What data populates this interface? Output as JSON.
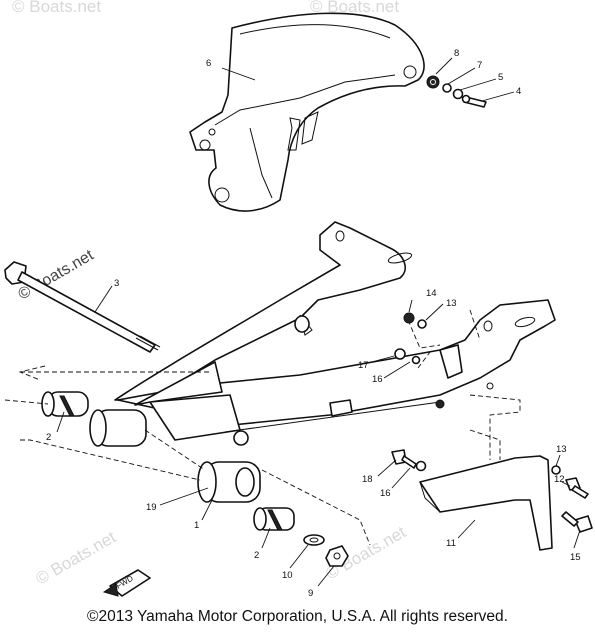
{
  "diagram": {
    "callouts": [
      "1",
      "2",
      "2",
      "3",
      "4",
      "5",
      "6",
      "7",
      "8",
      "9",
      "10",
      "11",
      "13",
      "13",
      "14",
      "15",
      "16",
      "16",
      "17",
      "18",
      "19"
    ],
    "watermark": "© Boats.net",
    "copyright": "©2013 Yamaha Motor Corporation, U.S.A. All rights reserved.",
    "front_arrow": "FWD"
  },
  "colors": {
    "ink": "#111111",
    "paper": "#ffffff",
    "watermark": "#d8d8d8"
  }
}
